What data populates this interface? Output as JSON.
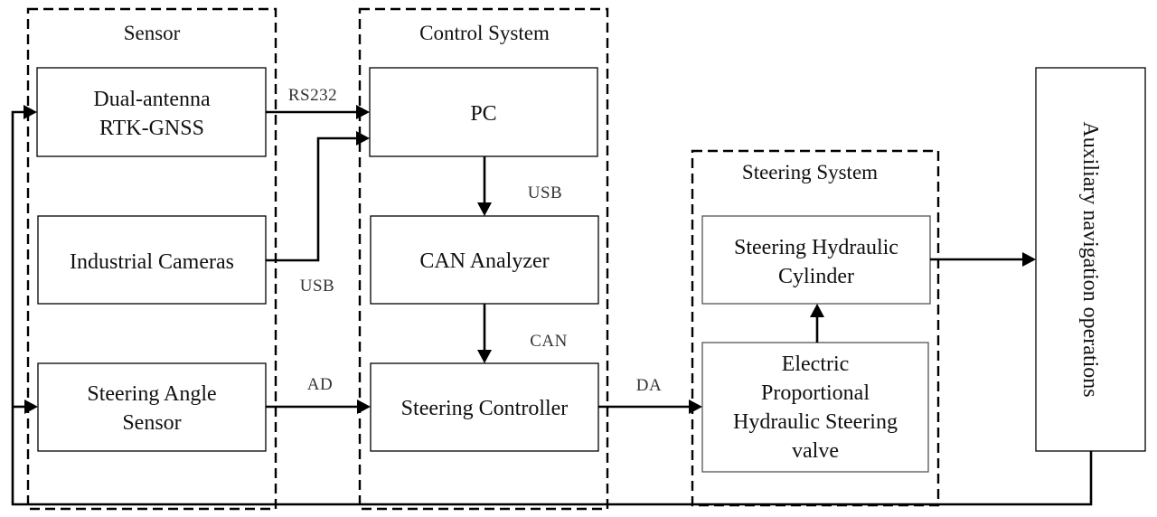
{
  "groups": {
    "sensor": {
      "title": "Sensor"
    },
    "control": {
      "title": "Control System"
    },
    "steering": {
      "title": "Steering System"
    }
  },
  "blocks": {
    "gnss": {
      "lines": [
        "Dual-antenna",
        "RTK-GNSS"
      ]
    },
    "cameras": {
      "lines": [
        "Industrial Cameras"
      ]
    },
    "angle_sensor": {
      "lines": [
        "Steering Angle",
        "Sensor"
      ]
    },
    "pc": {
      "lines": [
        "PC"
      ]
    },
    "can_analyzer": {
      "lines": [
        "CAN Analyzer"
      ]
    },
    "steering_controller": {
      "lines": [
        "Steering Controller"
      ]
    },
    "hydraulic_cylinder": {
      "lines": [
        "Steering Hydraulic",
        "Cylinder"
      ]
    },
    "steering_valve": {
      "lines": [
        "Electric",
        "Proportional",
        "Hydraulic Steering",
        "valve"
      ]
    },
    "auxiliary": {
      "lines": [
        "Auxiliary navigation operations"
      ]
    }
  },
  "edges": {
    "gnss_to_pc": "RS232",
    "cameras_to_pc": "USB",
    "pc_to_can": "USB",
    "can_to_controller": "CAN",
    "angle_to_controller": "AD",
    "controller_to_valve": "DA"
  }
}
